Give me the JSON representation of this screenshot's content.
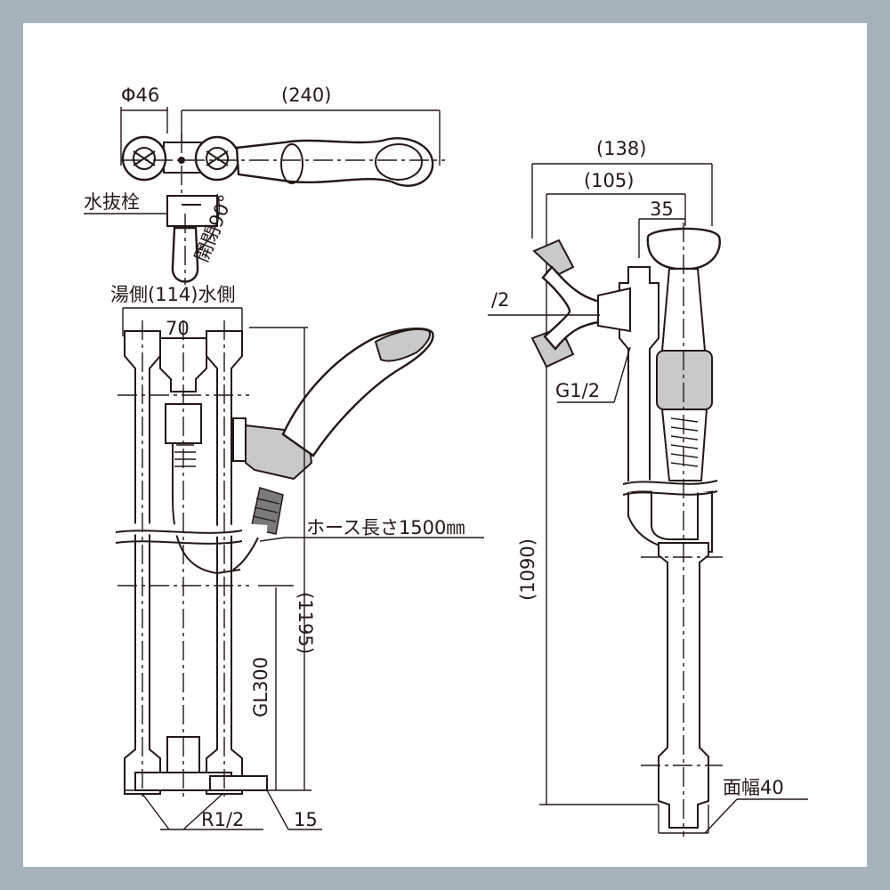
{
  "colors": {
    "frame": "#a4b3bb",
    "paper": "#ffffff",
    "ink": "#231815",
    "shade": "#c9c9c9"
  },
  "top_view": {
    "dim_diameter": "Φ46",
    "dim_length": "(240)",
    "drain_plug": "水抜栓",
    "rotation": "開閉90°"
  },
  "front_view": {
    "hot_cold": "湯側(114)水側",
    "dim_70": "70",
    "hose_length": "ホース長さ1500㎜",
    "dim_1195": "(1195)",
    "gl": "GL300",
    "thread": "R1/2",
    "dim_15": "15"
  },
  "side_view": {
    "dim_138": "(138)",
    "dim_105": "(105)",
    "dim_35": "35",
    "half": "/2",
    "g_thread": "G1/2",
    "dim_1090": "(1090)",
    "width_across": "面幅40"
  }
}
